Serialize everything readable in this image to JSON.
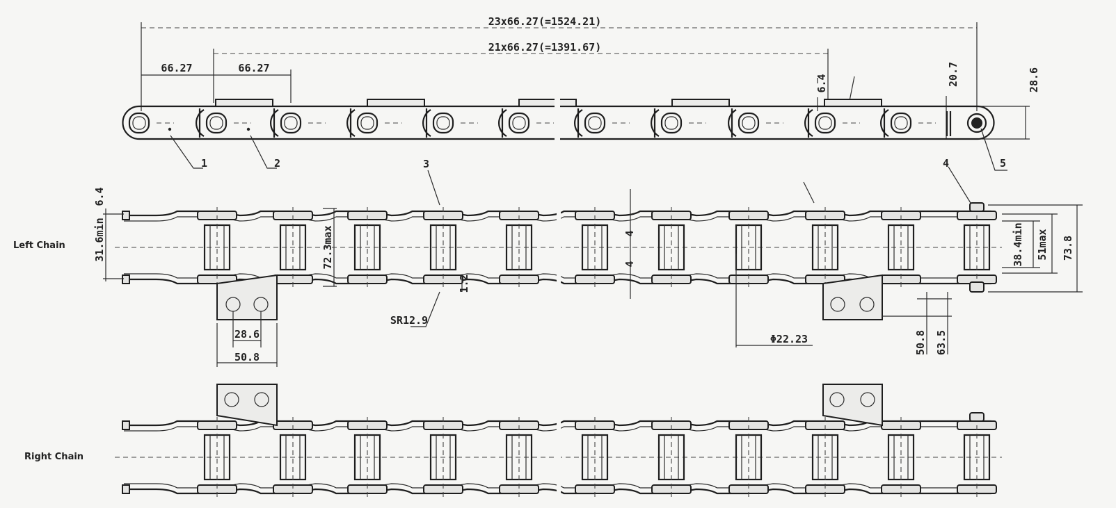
{
  "dimensions": {
    "overall_length": "23x66.27(=1524.21)",
    "attachment_span": "21x66.27(=1391.67)",
    "pitch_a": "66.27",
    "pitch_b": "66.27",
    "hole_spacing": "28.6",
    "attachment_width": "50.8",
    "sprocket_radius": "SR12.9",
    "pcd": "Φ22.23",
    "plate_offset": "50.8",
    "attachment_height": "63.5",
    "inner_width_min": "31.6min",
    "thickness": "6.4",
    "height_max": "72.3max",
    "inner_width_right": "38.4min",
    "pin_length_max": "51max",
    "overall_width": "73.8",
    "link_height": "28.6",
    "bend_height": "20.7",
    "bend_thickness": "6.4",
    "offset_small_a": "4",
    "offset_small_b": "4",
    "plate_thick": "1.2"
  },
  "callouts": [
    "1",
    "2",
    "3",
    "4",
    "5"
  ],
  "row_labels": {
    "left": "Left Chain",
    "right": "Right Chain"
  }
}
